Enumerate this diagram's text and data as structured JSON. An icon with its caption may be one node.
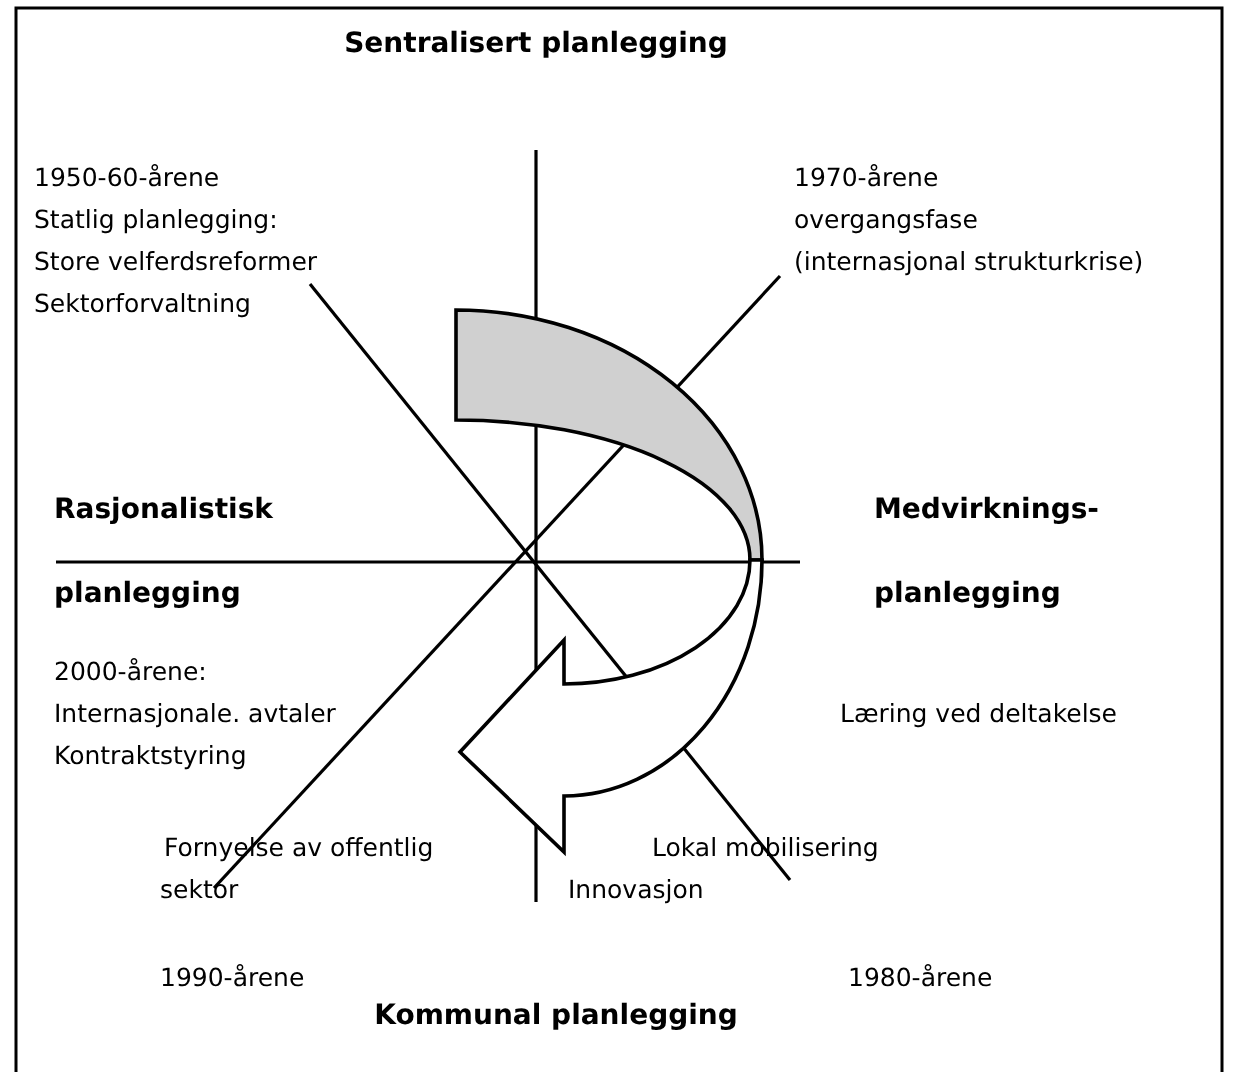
{
  "diagram": {
    "labels": [
      "Sentralisert planlegging",
      "1950-60-årene",
      "Statlig planlegging:",
      "Store velferdsreformer",
      "Sektorforvaltning",
      "1970-årene",
      "overgangsfase",
      "(internasjonal strukturkrise)",
      "Rasjonalistisk",
      "planlegging",
      "Medvirknings-",
      "planlegging",
      "2000-årene:",
      "Internasjonale. avtaler",
      "Kontraktstyring",
      "Læring ved deltakelse",
      "Fornyelse av offentlig",
      "sektor",
      "Lokal mobilisering",
      "Innovasjon",
      "1990-årene",
      "1980-årene",
      "Kommunal planlegging"
    ]
  }
}
